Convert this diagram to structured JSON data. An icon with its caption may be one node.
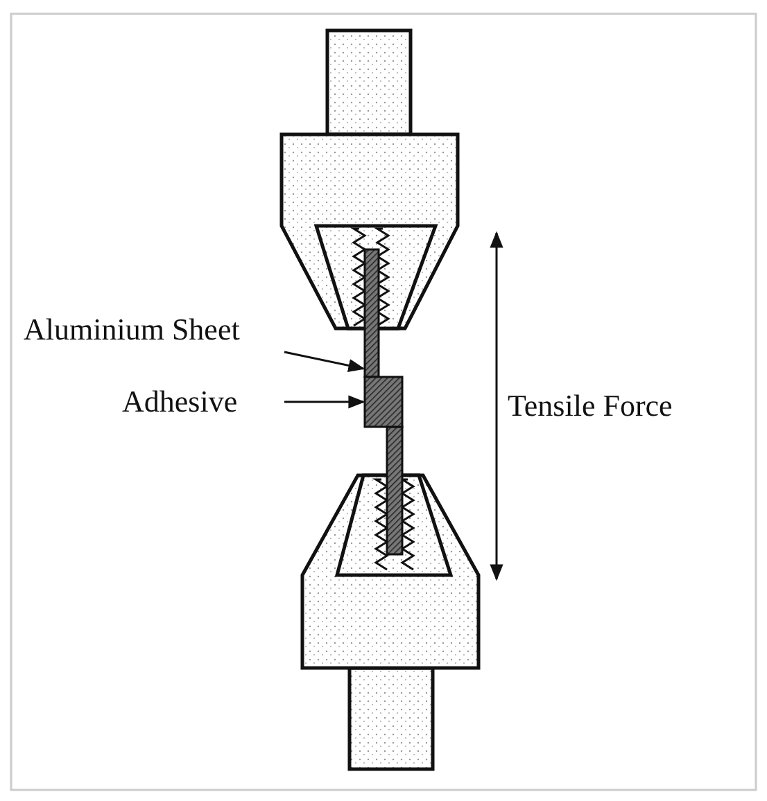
{
  "diagram": {
    "nodes": [
      {
        "text": [
          "Aluminium Sheet"
        ]
      },
      {
        "text": [],
        "shape": "bar"
      },
      {
        "text": [
          "Adhesive"
        ]
      },
      {
        "text": [],
        "shape": "bar"
      }
    ],
    "edges": [
      {
        "from": 0,
        "to": 1,
        "arrow": "to"
      },
      {
        "from": 2,
        "to": 3,
        "arrow": "to"
      }
    ],
    "labels": [
      "Tensile Force"
    ]
  }
}
